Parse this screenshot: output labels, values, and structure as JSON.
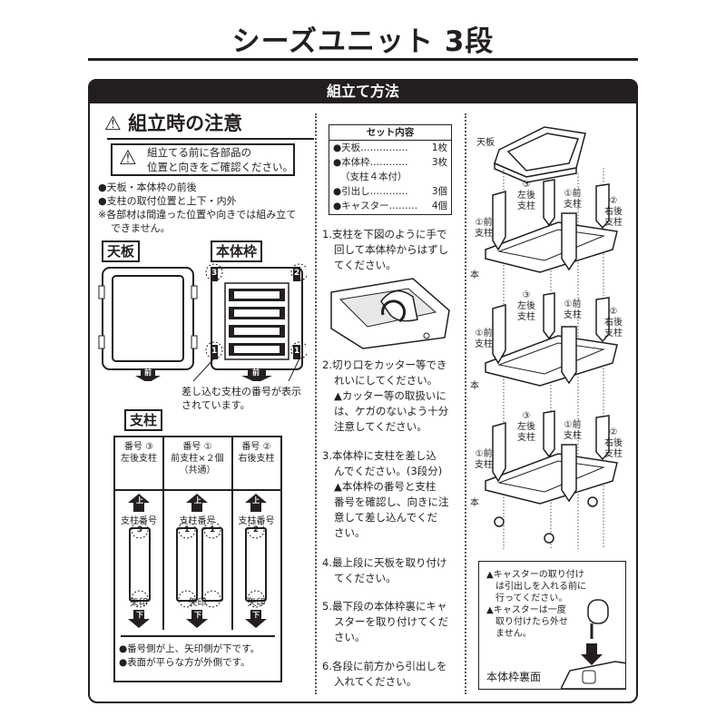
{
  "title": "シーズユニット 3段",
  "band_title": "組立て方法",
  "caution": {
    "heading": "組立時の注意",
    "notice_lines": [
      "組立てる前に各部品の",
      "位置と向きをご確認ください。"
    ],
    "bullets": [
      "●天板・本体枠の前後",
      "●支柱の取付位置と上下・内外"
    ],
    "note_lines": [
      "※各部材は間違った位置や向きでは組み立て",
      "できません。"
    ],
    "label_top": "天板",
    "label_frame": "本体枠",
    "front_mark": "前",
    "frame_numbers": [
      "3",
      "2",
      "1",
      "1"
    ],
    "insert_caption": [
      "差し込む支柱の番号が表示",
      "されています。"
    ],
    "label_pillar": "支柱"
  },
  "pillar_table": {
    "columns": [
      {
        "number": "番号 ③",
        "desc": [
          "左後支柱"
        ],
        "mark": "3"
      },
      {
        "number": "番号 ①",
        "desc": [
          "前支柱×２個",
          "（共通）"
        ],
        "mark": "1"
      },
      {
        "number": "番号 ②",
        "desc": [
          "右後支柱"
        ],
        "mark": "2"
      }
    ],
    "up_glyph": "上",
    "down_glyph": "下",
    "pillar_number_label": "支柱番号",
    "arrow_label": "矢印",
    "footer": [
      "●番号側が上、矢印側が下です。",
      "●表面が平らな方が外側です。"
    ]
  },
  "set_contents": {
    "title": "セット内容",
    "items": [
      {
        "name": "●天板……………",
        "qty": "1枚"
      },
      {
        "name": "●本体枠…………",
        "qty": "3枚"
      },
      {
        "name": "（支柱４本付）",
        "qty": ""
      },
      {
        "name": "●引出し…………",
        "qty": "3個"
      },
      {
        "name": "●キャスター………",
        "qty": "4個"
      }
    ]
  },
  "steps": [
    {
      "num": "1.",
      "lines": [
        "支柱を下図のように手で",
        "回して本体枠からはずし",
        "てください。"
      ]
    },
    {
      "num": "2.",
      "lines": [
        "切り口をカッター等でき",
        "れいにしてください。",
        "▲カッター等の取扱いに",
        "は、ケガのないよう十分",
        "注意してください。"
      ]
    },
    {
      "num": "3.",
      "lines": [
        "本体枠に支柱を差し込",
        "んでください。(3段分)",
        "▲本体枠の番号と支柱",
        "番号を確認し、向きに注",
        "意して差し込んでくだ",
        "さい。"
      ]
    },
    {
      "num": "4.",
      "lines": [
        "最上段に天板を取り付け",
        "てください。"
      ]
    },
    {
      "num": "5.",
      "lines": [
        "最下段の本体枠裏にキャ",
        "スターを取り付けてくだ",
        "さい。"
      ]
    },
    {
      "num": "6.",
      "lines": [
        "各段に前方から引出しを",
        "入れてください。"
      ]
    }
  ],
  "diagram": {
    "top_label": "天板",
    "frame_label": "本体枠",
    "left_rear": [
      "③",
      "左後",
      "支柱"
    ],
    "front_right": [
      "①前",
      "支柱"
    ],
    "right_rear": [
      "②",
      "右後",
      "支柱"
    ],
    "front_left": [
      "①前",
      "支柱"
    ]
  },
  "caster_note": {
    "lines": [
      "▲キャスターの取り付け",
      "は引出しを入れる前に",
      "行ってください。",
      "▲キャスターは一度",
      "取り付けたら外せ",
      "ません。"
    ],
    "caption": "本体枠裏面"
  }
}
